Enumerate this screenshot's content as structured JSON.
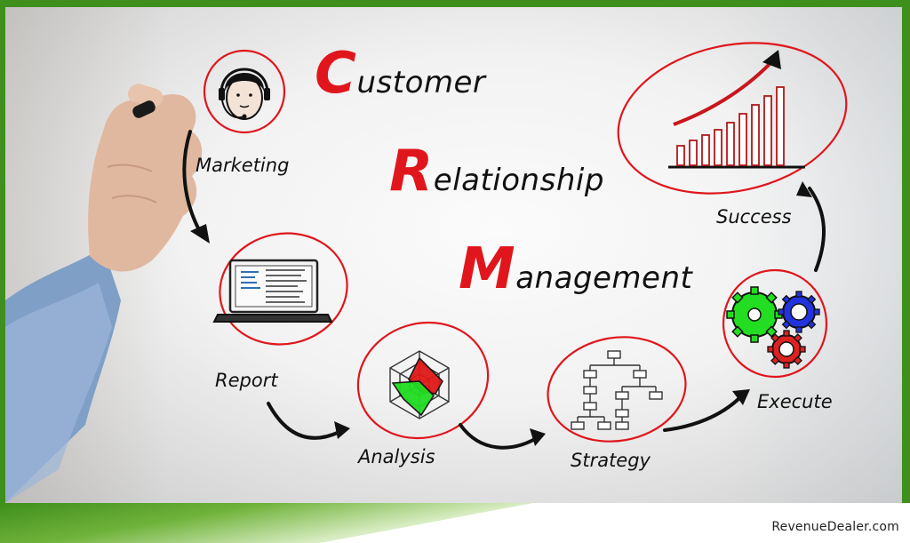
{
  "title": {
    "line1": {
      "cap": "C",
      "rest": "ustomer"
    },
    "line2": {
      "cap": "R",
      "rest": "elationship"
    },
    "line3": {
      "cap": "M",
      "rest": "anagement"
    }
  },
  "steps": [
    {
      "id": "marketing",
      "label": "Marketing",
      "icon": "headset-agent-icon"
    },
    {
      "id": "report",
      "label": "Report",
      "icon": "laptop-icon"
    },
    {
      "id": "analysis",
      "label": "Analysis",
      "icon": "radar-chart-icon"
    },
    {
      "id": "strategy",
      "label": "Strategy",
      "icon": "flowchart-icon"
    },
    {
      "id": "execute",
      "label": "Execute",
      "icon": "gears-icon"
    },
    {
      "id": "success",
      "label": "Success",
      "icon": "growth-bar-chart-icon"
    }
  ],
  "colors": {
    "accent_red": "#e0161c",
    "frame_green": "#3f8f1c",
    "gear_green": "#22dd22",
    "gear_blue": "#2233dd",
    "gear_red": "#dd2222"
  },
  "brand": "RevenueDealer.com"
}
